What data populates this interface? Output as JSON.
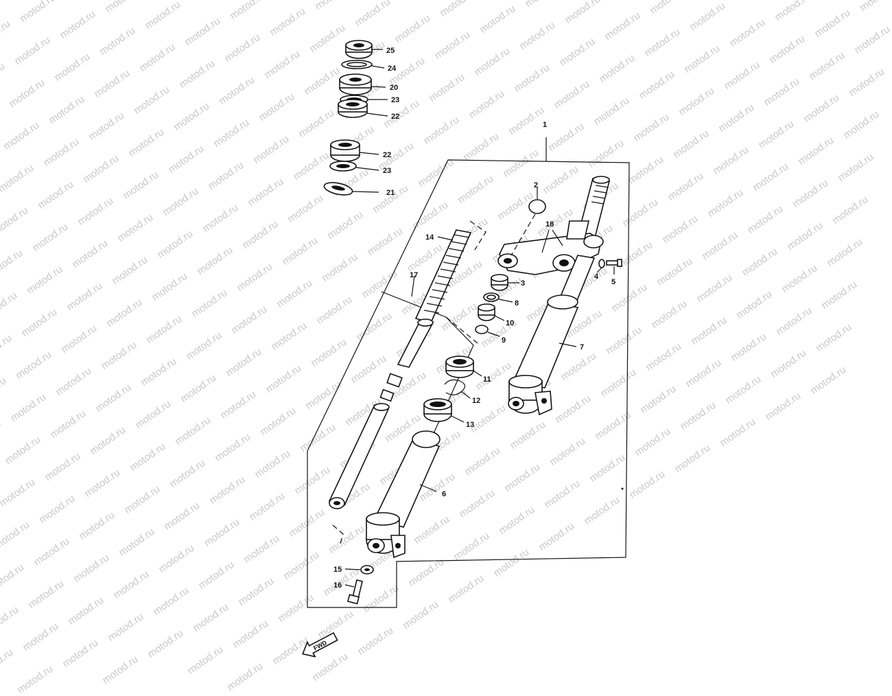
{
  "watermark": {
    "text": "motod.ru"
  },
  "callouts": {
    "c25": "25",
    "c24": "24",
    "c20": "20",
    "c23a": "23",
    "c22a": "22",
    "c22b": "22",
    "c23b": "23",
    "c21": "21",
    "c1": "1",
    "c2": "2",
    "c18": "18",
    "c14": "14",
    "c17": "17",
    "c3": "3",
    "c8": "8",
    "c10": "10",
    "c9": "9",
    "c4": "4",
    "c5": "5",
    "c7": "7",
    "c11": "11",
    "c12": "12",
    "c13": "13",
    "c6": "6",
    "c15": "15",
    "c16": "16"
  },
  "fwd_label": "FWD"
}
